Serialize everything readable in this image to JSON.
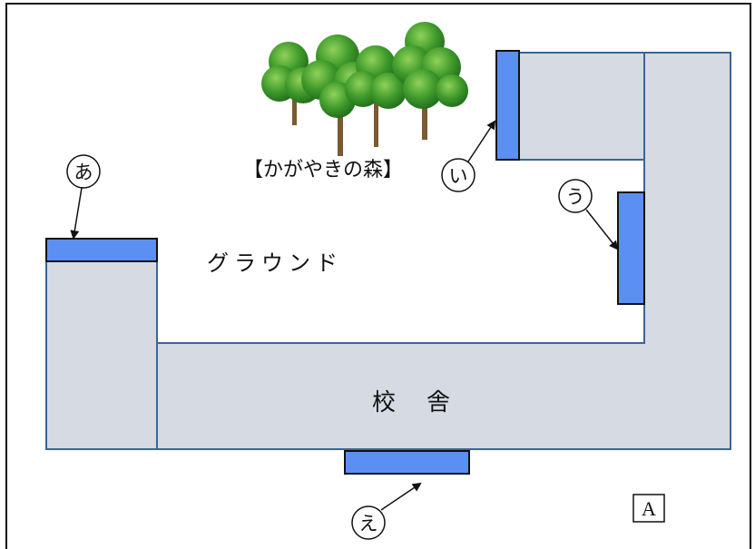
{
  "forest": {
    "label": "【かがやきの森】"
  },
  "ground": {
    "label": "グラウンド"
  },
  "school": {
    "label": "校　舎"
  },
  "markers": {
    "a": "あ",
    "i": "い",
    "u": "う",
    "e": "え"
  },
  "corner_label": "A",
  "colors": {
    "building_fill": "#d5dae3",
    "building_stroke": "#3b6596",
    "panel_fill": "#5b8ff1",
    "panel_stroke": "#111111",
    "frame": "#111111",
    "tree_foliage": "#3f9a2b",
    "tree_trunk": "#7a5a2e"
  },
  "icons": {
    "forest": "tree-group-icon"
  }
}
